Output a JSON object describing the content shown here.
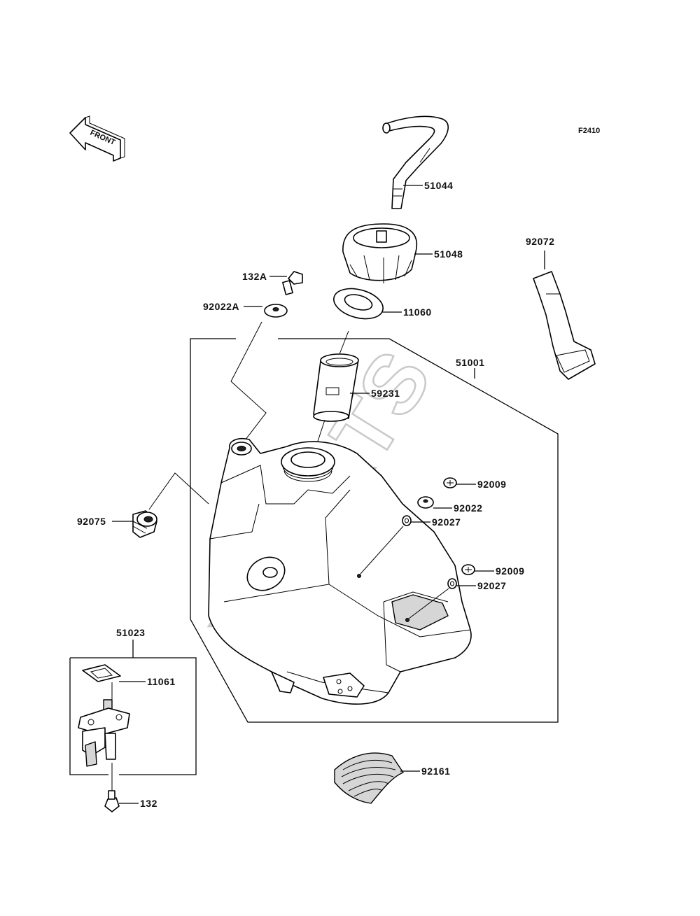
{
  "figure_code": "F2410",
  "front_arrow_label": "FRONT",
  "watermark": "XPARTS",
  "callouts": {
    "p51044": "51044",
    "p51048": "51048",
    "p92072": "92072",
    "p132a": "132A",
    "p92022a": "92022A",
    "p11060": "11060",
    "p51001": "51001",
    "p59231": "59231",
    "p92009_top": "92009",
    "p92022": "92022",
    "p92027_top": "92027",
    "p92075": "92075",
    "p92009_bottom": "92009",
    "p92027_bottom": "92027",
    "p51023": "51023",
    "p11061": "11061",
    "p92161": "92161",
    "p132": "132"
  }
}
